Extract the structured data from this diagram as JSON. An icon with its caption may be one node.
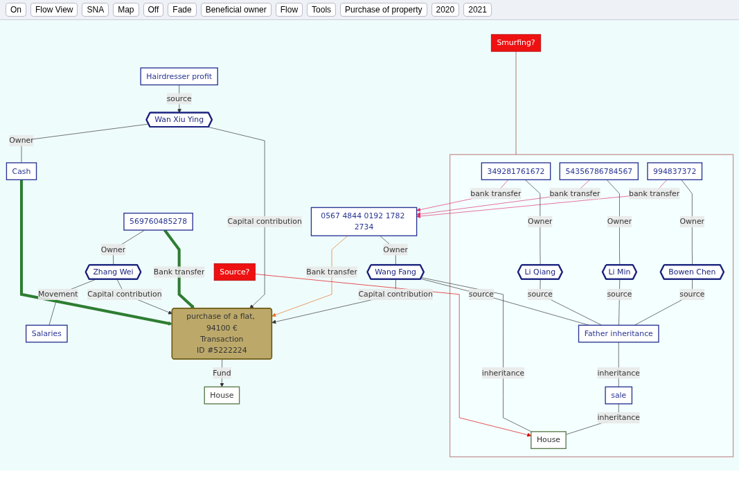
{
  "diagram": {
    "nodes": [
      {
        "text": [
          "Hairdresser profit"
        ]
      },
      {
        "text": [
          "Wan Xiu Ying"
        ]
      },
      {
        "text": [
          "Cash"
        ]
      },
      {
        "text": [
          "569760485278"
        ]
      },
      {
        "text": [
          "Zhang Wei"
        ]
      },
      {
        "text": [
          "Salaries"
        ]
      },
      {
        "text": [
          "purchase of a flat, 94100 €",
          "Transaction",
          "ID #5222224"
        ]
      },
      {
        "text": [
          "0567 4844 0192 1782 2734"
        ]
      },
      {
        "text": [],
        "shape": "box"
      },
      {
        "text": [
          "349281761672"
        ],
        "in": 8
      },
      {
        "text": [
          "Li Qiang"
        ],
        "in": 8
      },
      {
        "text": [
          "54356786784567"
        ],
        "in": 8
      },
      {
        "text": [
          "Li Min"
        ],
        "in": 8
      },
      {
        "text": [
          "994837372"
        ],
        "in": 8
      },
      {
        "text": [
          "Father inheritance"
        ],
        "in": 8
      },
      {
        "text": [
          "Bowen Chen"
        ],
        "in": 8
      },
      {
        "text": [
          "sale"
        ],
        "in": 8
      },
      {
        "text": [
          "House"
        ],
        "in": 8
      },
      {
        "text": [
          "Wang Fang"
        ]
      },
      {
        "text": [
          "Smurfing?"
        ]
      },
      {
        "text": [
          "Source?"
        ]
      },
      {
        "text": [
          "House"
        ]
      }
    ],
    "edges": [
      {
        "from": 0,
        "to": 1,
        "arrow": "to",
        "label": "source"
      },
      {
        "from": 1,
        "to": 2,
        "arrow": "none",
        "label": "Owner"
      },
      {
        "from": 3,
        "to": 4,
        "arrow": "none",
        "label": "Owner"
      },
      {
        "from": 4,
        "to": 5,
        "arrow": "none",
        "label": "Movement"
      },
      {
        "from": 1,
        "to": 6,
        "arrow": "to",
        "label": "Capital contribution"
      },
      {
        "from": 2,
        "to": 6,
        "arrow": "to",
        "style": "thick",
        "color": "#2e7d32"
      },
      {
        "from": 3,
        "to": 6,
        "arrow": "to",
        "label": "Bank transfer",
        "style": "thick",
        "color": "#2e7d32"
      },
      {
        "from": 4,
        "to": 6,
        "arrow": "to",
        "label": "Capital contribution"
      },
      {
        "from": 7,
        "to": 6,
        "arrow": "to",
        "label": "Bank transfer",
        "color": "#e07020"
      },
      {
        "from": 9,
        "to": 7,
        "arrow": "to",
        "label": "bank transfer",
        "color": "#e0306a"
      },
      {
        "from": 11,
        "to": 7,
        "arrow": "to",
        "label": "bank transfer",
        "color": "#e0306a"
      },
      {
        "from": 13,
        "to": 7,
        "arrow": "to",
        "label": "bank transfer",
        "color": "#e0306a"
      },
      {
        "from": 9,
        "to": 10,
        "arrow": "none",
        "label": "Owner"
      },
      {
        "from": 11,
        "to": 12,
        "arrow": "none",
        "label": "Owner"
      },
      {
        "from": 13,
        "to": 15,
        "arrow": "none",
        "label": "Owner"
      },
      {
        "from": 10,
        "to": 14,
        "arrow": "none",
        "label": "source"
      },
      {
        "from": 12,
        "to": 14,
        "arrow": "none",
        "label": "source"
      },
      {
        "from": 15,
        "to": 14,
        "arrow": "none",
        "label": "source"
      },
      {
        "from": 18,
        "to": 14,
        "arrow": "none",
        "label": "source"
      },
      {
        "from": 14,
        "to": 16,
        "arrow": "none",
        "label": "inheritance"
      },
      {
        "from": 16,
        "to": 17,
        "arrow": "none",
        "label": "inheritance"
      },
      {
        "from": 18,
        "to": 17,
        "arrow": "none",
        "label": "inheritance"
      },
      {
        "from": 7,
        "to": 18,
        "arrow": "none",
        "label": "Owner"
      },
      {
        "from": 18,
        "to": 6,
        "arrow": "to",
        "label": "Capital contribution"
      },
      {
        "from": 19,
        "to": 8,
        "arrow": "none",
        "color": "#8b3a2a"
      },
      {
        "from": 20,
        "to": 17,
        "arrow": "to",
        "color": "#e00000"
      },
      {
        "from": 6,
        "to": 21,
        "arrow": "to",
        "label": "Fund"
      }
    ],
    "labels": [
      "On",
      "Flow View",
      "SNA",
      "Map",
      "Off",
      "Fade",
      "Beneficial owner",
      "Flow",
      "Tools",
      "Purchase of property",
      "2020",
      "2021"
    ]
  }
}
